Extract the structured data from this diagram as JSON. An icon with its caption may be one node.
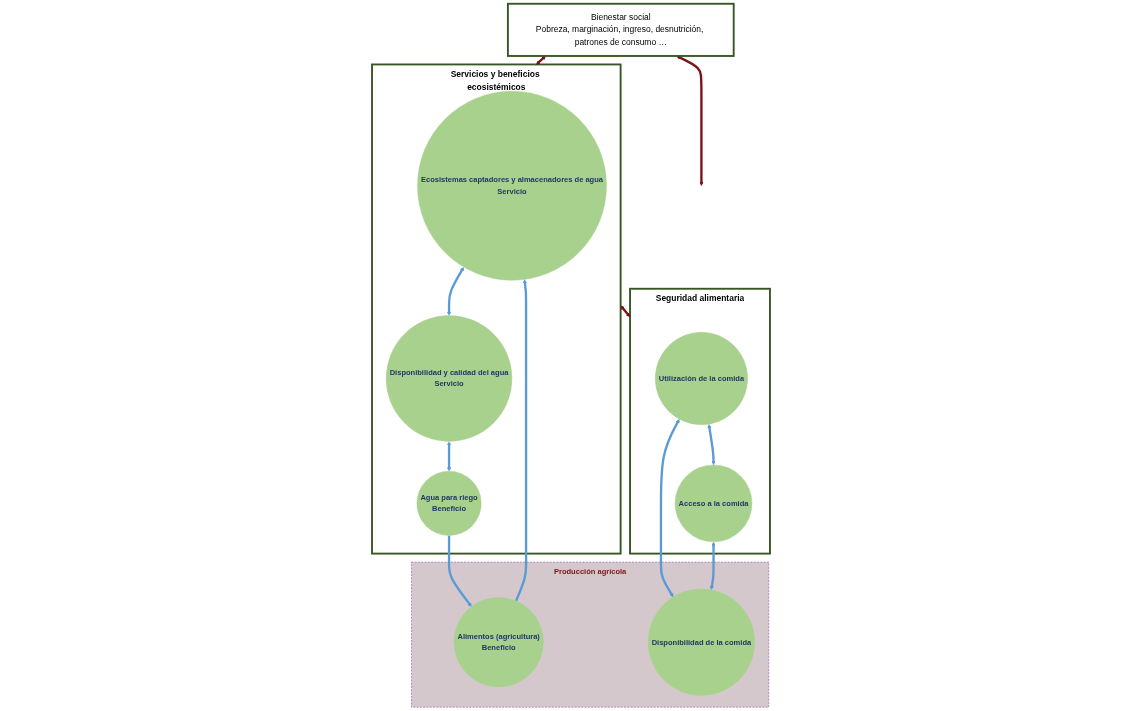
{
  "diagram": {
    "nodes": [
      {
        "text": [
          "Bienestar social",
          "Pobreza, marginación, ingreso, desnutrición, patrones de consumo …"
        ]
      },
      {
        "text": [
          "Servicios y beneficios ecosistémicos"
        ]
      },
      {
        "text": [
          "Seguridad alimentaria"
        ]
      },
      {
        "text": [
          "Producción agrícola"
        ]
      },
      {
        "text": [
          "Ecosistemas captadores y almacenadores de agua",
          "Servicio"
        ],
        "in": 1
      },
      {
        "text": [
          "Disponibilidad y calidad del agua",
          "Servicio"
        ],
        "in": 1
      },
      {
        "text": [
          "Agua para riego",
          "Beneficio"
        ],
        "in": 1
      },
      {
        "text": [
          "Alimentos (agricultura)",
          "Beneficio"
        ],
        "in": 3
      },
      {
        "text": [
          "Utilización de la comida"
        ],
        "in": 2
      },
      {
        "text": [
          "Acceso a la comida"
        ],
        "in": 2
      },
      {
        "text": [
          "Disponibilidad de la comida"
        ],
        "in": 3
      }
    ],
    "edges": [
      {
        "from": 0,
        "to": 1,
        "arrow": "both",
        "color": "#7b1416"
      },
      {
        "from": 0,
        "to": 2,
        "arrow": "both",
        "color": "#7b1416"
      },
      {
        "from": 1,
        "to": 2,
        "arrow": "both",
        "color": "#7b1416"
      },
      {
        "from": 4,
        "to": 5,
        "arrow": "both"
      },
      {
        "from": 5,
        "to": 6,
        "arrow": "both"
      },
      {
        "from": 6,
        "to": 7,
        "arrow": "to"
      },
      {
        "from": 7,
        "to": 4,
        "arrow": "to"
      },
      {
        "from": 8,
        "to": 10,
        "arrow": "both"
      },
      {
        "from": 8,
        "to": 9,
        "arrow": "both"
      },
      {
        "from": 9,
        "to": 10,
        "arrow": "both"
      }
    ]
  }
}
